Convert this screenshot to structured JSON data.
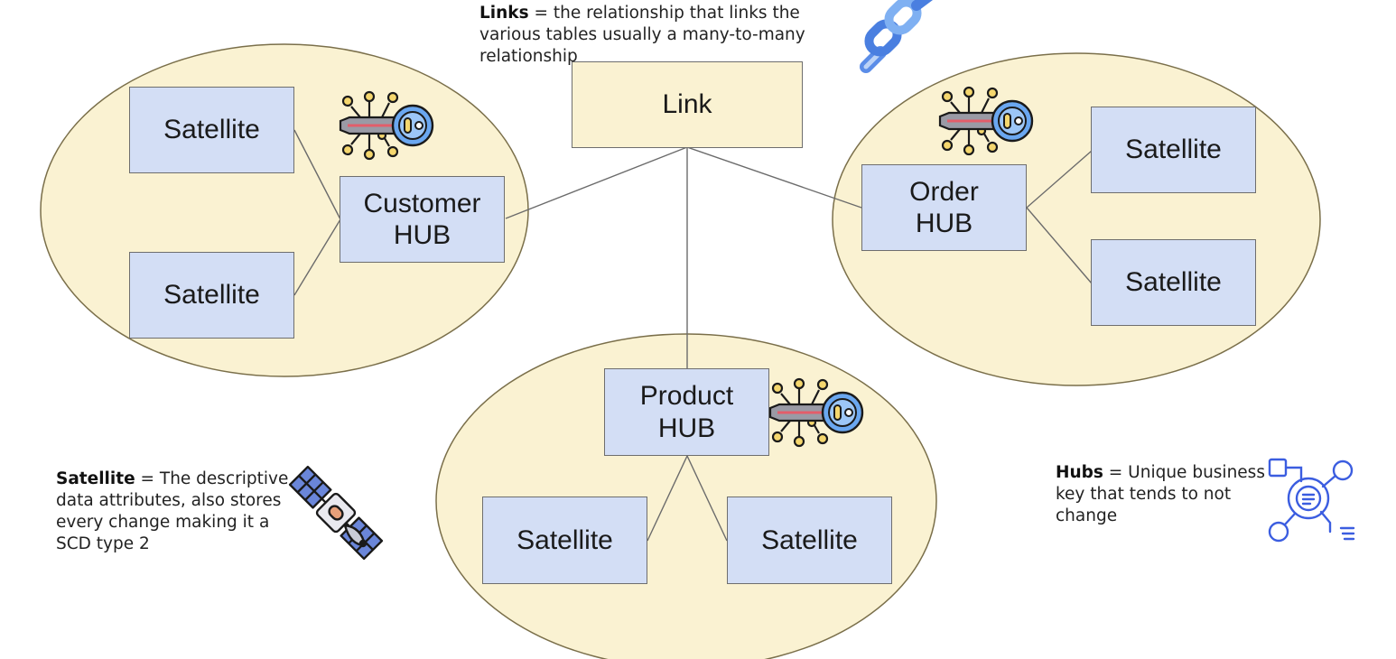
{
  "colors": {
    "cluster_fill": "#faf2d2",
    "cluster_stroke": "#7a6f4a",
    "box_fill": "#d3def5",
    "box_stroke": "#6e6e6e",
    "connector": "#6b6b6b",
    "hub_icon_blue": "#3b5de0"
  },
  "link": {
    "label": "Link"
  },
  "customer": {
    "hub_label": "Customer HUB",
    "sat_top": "Satellite",
    "sat_bottom": "Satellite"
  },
  "order": {
    "hub_label": "Order HUB",
    "sat_top": "Satellite",
    "sat_bottom": "Satellite"
  },
  "product": {
    "hub_label": "Product HUB",
    "sat_left": "Satellite",
    "sat_right": "Satellite"
  },
  "notes": {
    "links": {
      "term": "Links",
      "text": " = the relationship that links the various tables usually a many-to-many relationship"
    },
    "satellite": {
      "term": "Satellite",
      "text": "  = The descriptive data attributes, also stores every change making it a SCD type 2"
    },
    "hubs": {
      "term": "Hubs",
      "text": " = Unique business key that tends to not change"
    }
  },
  "icons": [
    "chain-link-icon",
    "digital-key-icon",
    "satellite-icon",
    "hub-network-icon"
  ]
}
